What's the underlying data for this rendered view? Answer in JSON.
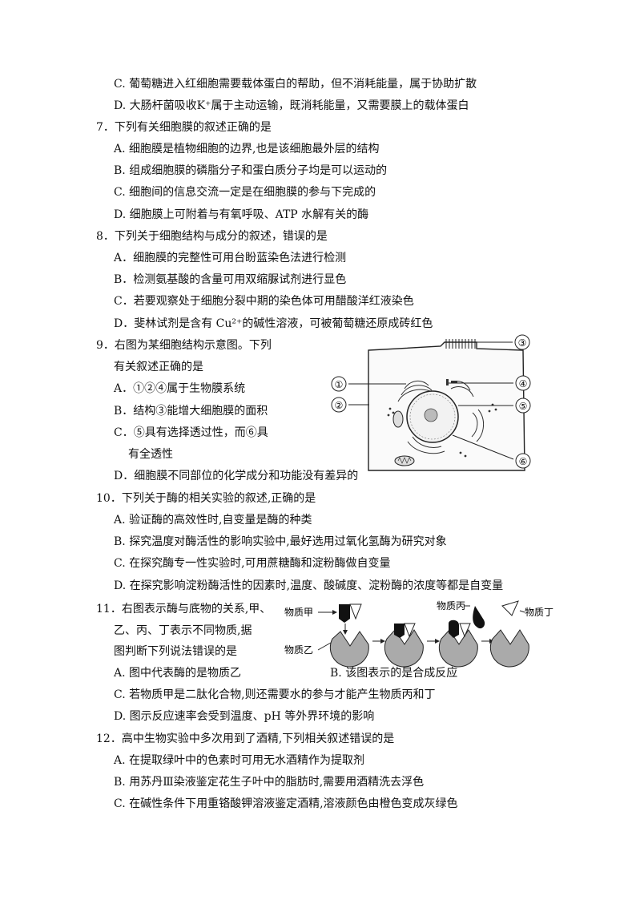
{
  "lines": [
    {
      "id": "l1",
      "text": "C. 葡萄糖进入红细胞需要载体蛋白的帮助，但不消耗能量，属于协助扩散"
    },
    {
      "id": "l2",
      "text": "D. 大肠杆菌吸收K⁺属于主动运输，既消耗能量，又需要膜上的载体蛋白"
    },
    {
      "id": "l3",
      "text": "7．下列有关细胞膜的叙述正确的是"
    },
    {
      "id": "l4",
      "text": "A. 细胞膜是植物细胞的边界,也是该细胞最外层的结构"
    },
    {
      "id": "l5",
      "text": "B. 组成细胞膜的磷脂分子和蛋白质分子均是可以运动的"
    },
    {
      "id": "l6",
      "text": "C. 细胞间的信息交流一定是在细胞膜的参与下完成的"
    },
    {
      "id": "l7",
      "text": "D. 细胞膜上可附着与有氧呼吸、ATP 水解有关的酶"
    },
    {
      "id": "l8",
      "text": "8．下列关于细胞结构与成分的叙述，错误的是"
    },
    {
      "id": "l9",
      "text": "A．细胞膜的完整性可用台盼蓝染色法进行检测"
    },
    {
      "id": "l10",
      "text": "B．检测氨基酸的含量可用双缩脲试剂进行显色"
    },
    {
      "id": "l11",
      "text": "C．若要观察处于细胞分裂中期的染色体可用醋酸洋红液染色"
    },
    {
      "id": "l12",
      "text": "D．斐林试剂是含有 Cu²⁺的碱性溶液，可被葡萄糖还原成砖红色"
    },
    {
      "id": "l13",
      "text": "9．右图为某细胞结构示意图。下列"
    },
    {
      "id": "l14",
      "text": "有关叙述正确的是"
    },
    {
      "id": "l15",
      "text": "A．①②④属于生物膜系统"
    },
    {
      "id": "l16",
      "text": "B．结构③能增大细胞膜的面积"
    },
    {
      "id": "l17",
      "text": "C．⑤具有选择透过性，而⑥具"
    },
    {
      "id": "l18",
      "text": "有全透性"
    },
    {
      "id": "l19",
      "text": "D．细胞膜不同部位的化学成分和功能没有差异的"
    },
    {
      "id": "l20",
      "text": "10．下列关于酶的相关实验的叙述,正确的是"
    },
    {
      "id": "l21",
      "text": "A. 验证酶的高效性时,自变量是酶的种类"
    },
    {
      "id": "l22",
      "text": "B. 探究温度对酶活性的影响实验中,最好选用过氧化氢酶为研究对象"
    },
    {
      "id": "l23",
      "text": "C. 在探究酶专一性实验时,可用蔗糖酶和淀粉酶做自变量"
    },
    {
      "id": "l24",
      "text": "D. 在探究影响淀粉酶活性的因素时,温度、酸碱度、淀粉酶的浓度等都是自变量"
    },
    {
      "id": "l25",
      "text": "11．右图表示酶与底物的关系,甲、"
    },
    {
      "id": "l26",
      "text": "乙、丙、丁表示不同物质,据"
    },
    {
      "id": "l27",
      "text": "图判断下列说法错误的是"
    },
    {
      "id": "l28",
      "text": "A. 图中代表酶的是物质乙"
    },
    {
      "id": "l28b",
      "text": "B. 该图表示的是合成反应"
    },
    {
      "id": "l29",
      "text": "C. 若物质甲是二肽化合物,则还需要水的参与才能产生物质丙和丁"
    },
    {
      "id": "l30",
      "text": "D. 图示反应速率会受到温度、pH 等外界环境的影响"
    },
    {
      "id": "l31",
      "text": "12．高中生物实验中多次用到了酒精,下列相关叙述错误的是"
    },
    {
      "id": "l32",
      "text": "A. 在提取绿叶中的色素时可用无水酒精作为提取剂"
    },
    {
      "id": "l33",
      "text": "B. 用苏丹Ⅲ染液鉴定花生子叶中的脂肪时,需要用酒精洗去浮色"
    },
    {
      "id": "l34",
      "text": "C. 在碱性条件下用重铬酸钾溶液鉴定酒精,溶液颜色由橙色变成灰绿色"
    }
  ],
  "cell_figure": {
    "labels": [
      "①",
      "②",
      "③",
      "④",
      "⑤",
      "⑥"
    ]
  },
  "enzyme_figure": {
    "labels": [
      "物质甲",
      "物质乙",
      "物质丙",
      "物质丁"
    ]
  }
}
